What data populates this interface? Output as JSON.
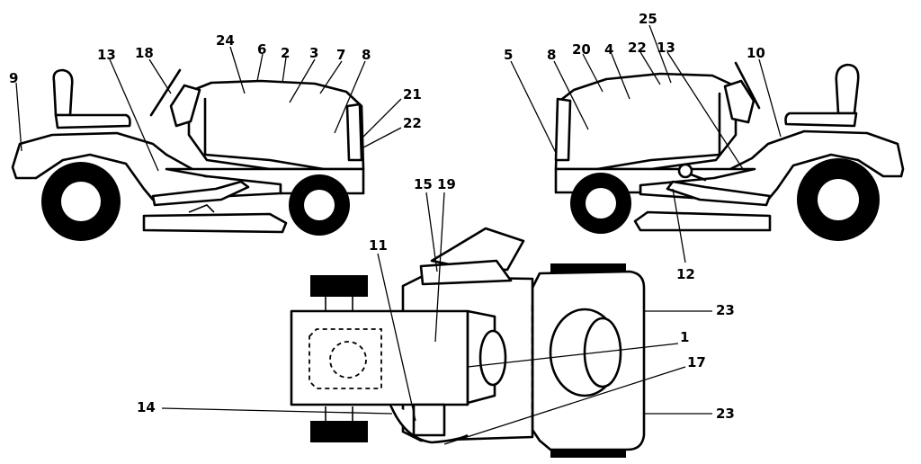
{
  "callouts": {
    "left": [
      "9",
      "13",
      "18",
      "24",
      "6",
      "2",
      "3",
      "7",
      "8",
      "21",
      "22"
    ],
    "right": [
      "5",
      "8",
      "20",
      "4",
      "22",
      "25",
      "13",
      "10",
      "12"
    ],
    "top": [
      "15",
      "19",
      "11",
      "23",
      "1",
      "17",
      "14",
      "23"
    ]
  },
  "colors": {
    "line": "#000000",
    "background": "#ffffff"
  }
}
